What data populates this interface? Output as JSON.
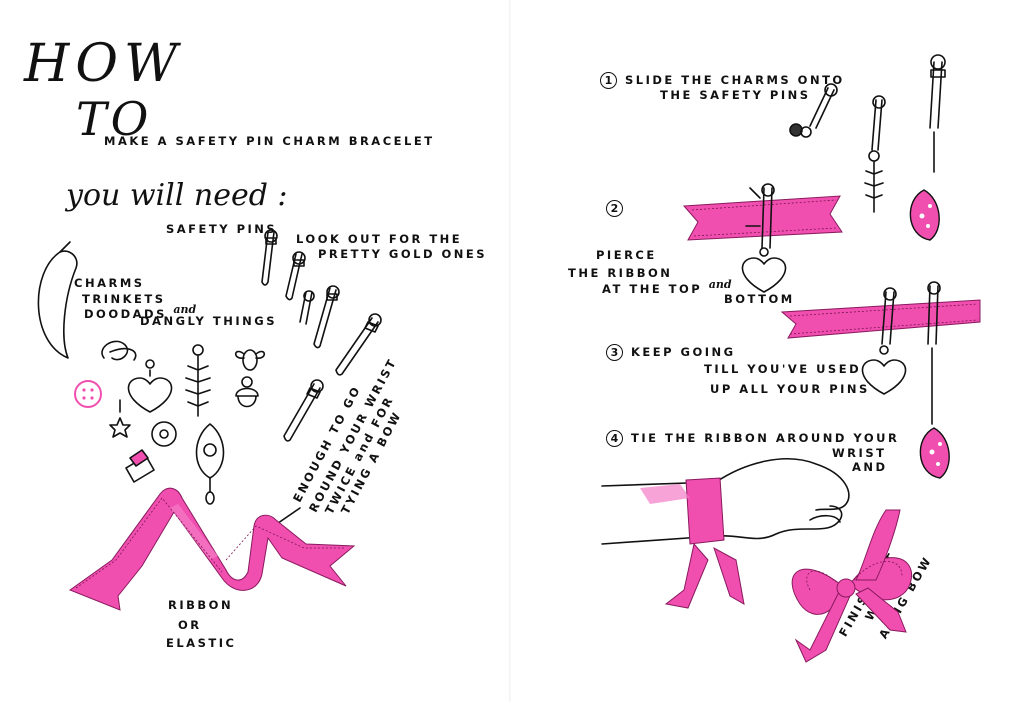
{
  "left_page": {
    "title_line1": "HOW",
    "title_line2": "TO",
    "subtitle": "MAKE A SAFETY PIN CHARM BRACELET",
    "need_heading": "you will need :",
    "items": {
      "safety_pins": "SAFETY PINS",
      "pins_note_line1": "LOOK OUT FOR THE",
      "pins_note_line2": "PRETTY GOLD ONES",
      "charms_line1": "CHARMS",
      "charms_line2": "TRINKETS",
      "charms_line3_a": "DOODADS",
      "charms_line3_b": "and",
      "charms_line4": "DANGLY THINGS",
      "ribbon_note_line1": "ENOUGH TO GO",
      "ribbon_note_line2": "ROUND YOUR WRIST",
      "ribbon_note_line3": "TWICE and FOR",
      "ribbon_note_line4": "TYING A BOW",
      "ribbon_line1": "RIBBON",
      "ribbon_line2": "OR",
      "ribbon_line3": "ELASTIC"
    }
  },
  "right_page": {
    "step1": {
      "num": "1",
      "line1": "SLIDE THE CHARMS ONTO",
      "line2": "THE SAFETY PINS"
    },
    "step2": {
      "num": "2",
      "line1": "PIERCE",
      "line2": "THE RIBBON",
      "line3_a": "AT THE TOP",
      "line3_b": "and",
      "line4": "BOTTOM"
    },
    "step3": {
      "num": "3",
      "line1": "KEEP GOING",
      "line2": "TILL YOU'VE USED",
      "line3": "UP ALL YOUR PINS"
    },
    "step4": {
      "num": "4",
      "line1": "TIE THE RIBBON AROUND YOUR",
      "line2": "WRIST",
      "line3": "AND"
    },
    "finish_line1": "FINISH OFF",
    "finish_line2": "WITH",
    "finish_line3": "A BIG BOW"
  },
  "colors": {
    "ink": "#111111",
    "ribbon_pink": "#f04fb0",
    "ribbon_edge": "#8a1a5e",
    "paper": "#ffffff"
  },
  "icons": [
    "safety-pin-icon",
    "banana-charm-icon",
    "heart-charm-icon",
    "leaf-charm-icon",
    "acorn-charm-icon",
    "bee-charm-icon",
    "button-charm-icon",
    "star-charm-icon",
    "lipstick-charm-icon",
    "donut-charm-icon",
    "filigree-charm-icon",
    "shell-charm-icon",
    "ribbon-icon",
    "hand-icon",
    "bow-icon"
  ]
}
